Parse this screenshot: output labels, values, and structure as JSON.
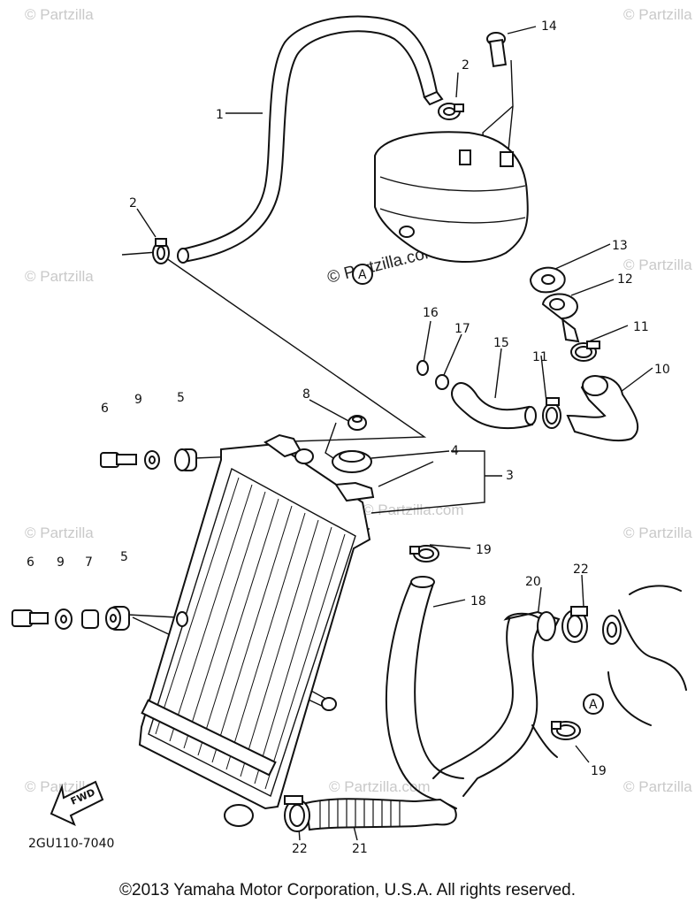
{
  "callouts": {
    "c1": "1",
    "c2a": "2",
    "c2b": "2",
    "c3": "3",
    "c4": "4",
    "c5a": "5",
    "c5b": "5",
    "c6a": "6",
    "c6b": "6",
    "c7": "7",
    "c8": "8",
    "c9a": "9",
    "c9b": "9",
    "c10": "10",
    "c11a": "11",
    "c11b": "11",
    "c12": "12",
    "c13": "13",
    "c14": "14",
    "c15": "15",
    "c16": "16",
    "c17": "17",
    "c18": "18",
    "c19a": "19",
    "c19b": "19",
    "c20": "20",
    "c21": "21",
    "c22a": "22",
    "c22b": "22",
    "refA1": "A",
    "refA2": "A"
  },
  "fwd_label": "FWD",
  "diagram_code": "2GU110-7040",
  "watermark": "© Partzilla.com",
  "watermark_short": "© Partzilla",
  "copyright": "©2013 Yamaha Motor Corporation, U.S.A. All rights reserved."
}
